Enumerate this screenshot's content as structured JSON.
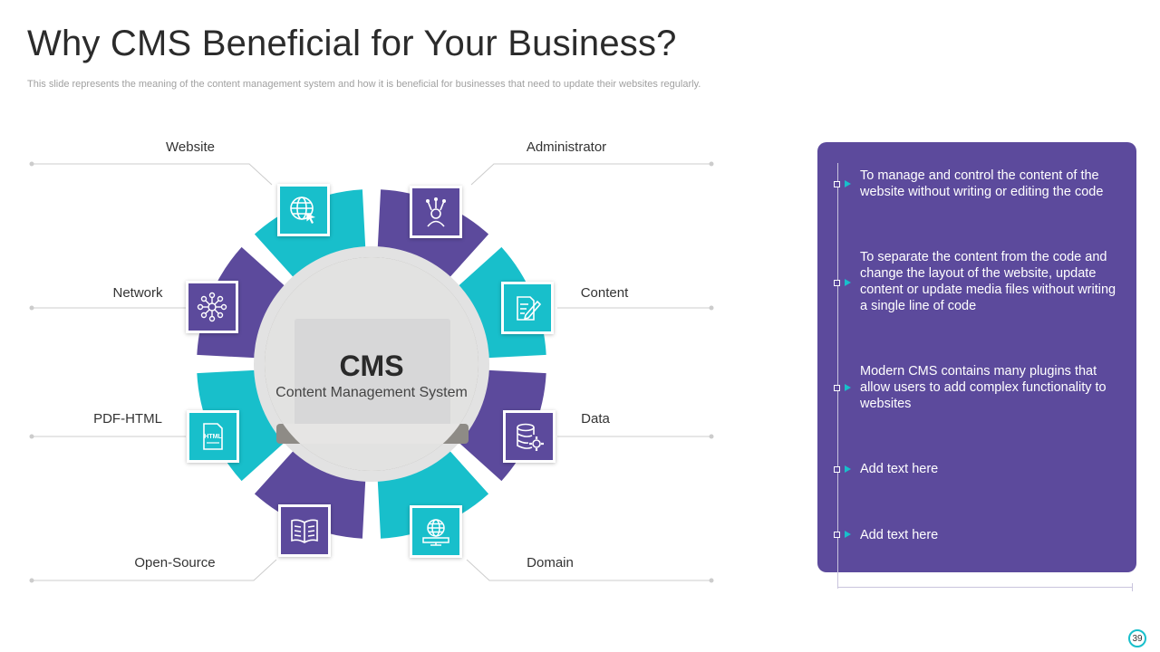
{
  "slide": {
    "title": "Why CMS Beneficial for Your Business?",
    "subtitle": "This slide represents the meaning of the content management system and how it is beneficial for businesses that need to update their websites regularly.",
    "page_number": "39"
  },
  "diagram": {
    "center_title": "CMS",
    "center_subtitle": "Content Management System",
    "labels": {
      "website": "Website",
      "administrator": "Administrator",
      "network": "Network",
      "content": "Content",
      "pdf_html": "PDF-HTML",
      "data": "Data",
      "open_source": "Open-Source",
      "domain": "Domain"
    },
    "icons": {
      "website": "globe-cursor-icon",
      "administrator": "admin-person-icon",
      "network": "network-nodes-icon",
      "content": "document-pen-icon",
      "pdf_html": "html-file-icon",
      "data": "database-gear-icon",
      "open_source": "open-book-icon",
      "domain": "globe-monitor-icon"
    },
    "html_icon_text": "HTML",
    "colors": {
      "teal": "#18bfcb",
      "purple": "#5c4a9c"
    }
  },
  "panel": {
    "items": [
      "To manage and control the content of the website without writing or editing the code",
      "To separate the content from the code and change the layout of the website, update content or update media files without writing a single line of code",
      "Modern CMS contains many plugins that allow users to add complex functionality to websites",
      "Add text here",
      "Add text here"
    ]
  }
}
